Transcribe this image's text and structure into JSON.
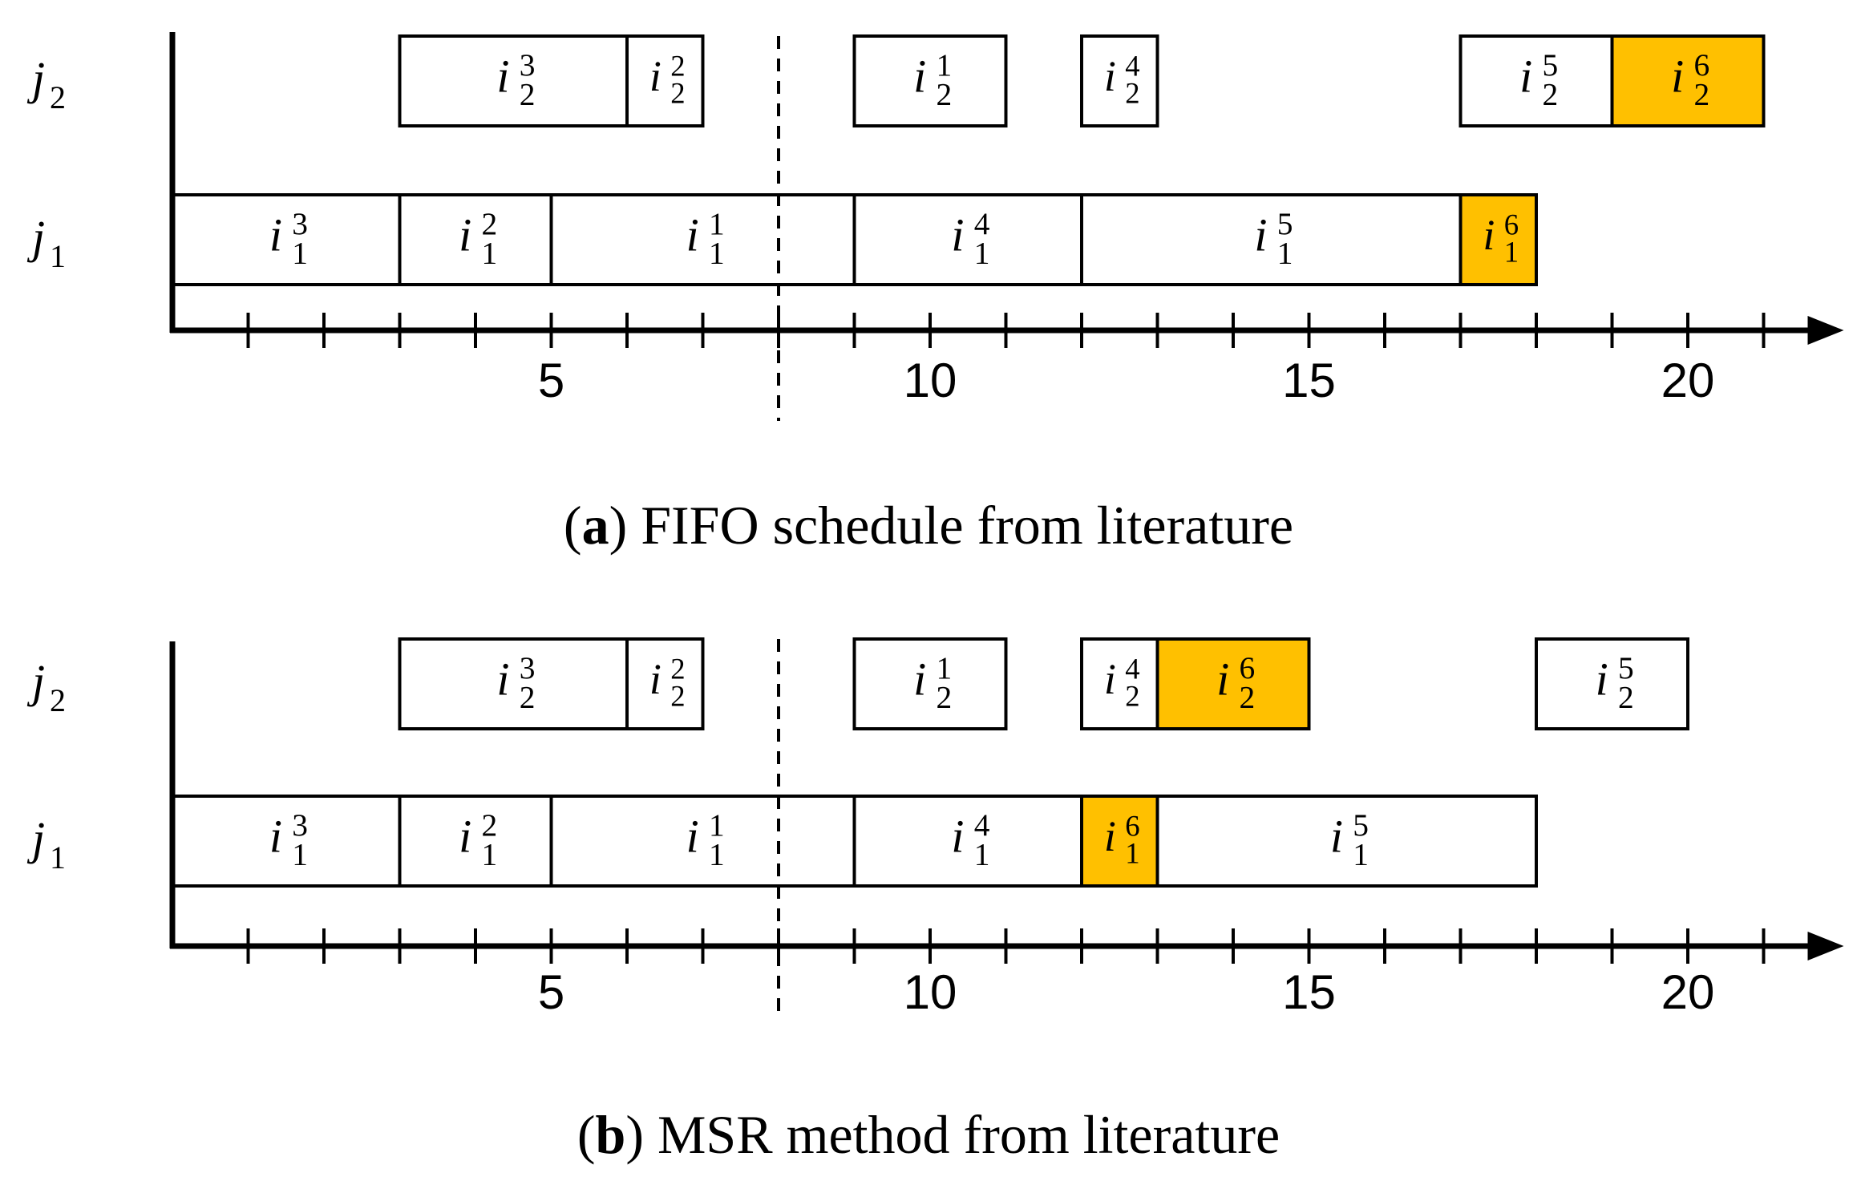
{
  "panels": [
    {
      "id": "a",
      "caption_letter": "a",
      "caption_text": ") FIFO schedule from literature",
      "rows": [
        {
          "letter": "j",
          "sub": "2",
          "tasks": [
            {
              "base": "i",
              "sub": "2",
              "sup": "3",
              "start": 3,
              "end": 6,
              "highlight": false
            },
            {
              "base": "i",
              "sub": "2",
              "sup": "2",
              "start": 6,
              "end": 7,
              "highlight": false
            },
            {
              "base": "i",
              "sub": "2",
              "sup": "1",
              "start": 9,
              "end": 11,
              "highlight": false
            },
            {
              "base": "i",
              "sub": "2",
              "sup": "4",
              "start": 12,
              "end": 13,
              "highlight": false
            },
            {
              "base": "i",
              "sub": "2",
              "sup": "5",
              "start": 17,
              "end": 19,
              "highlight": false
            },
            {
              "base": "i",
              "sub": "2",
              "sup": "6",
              "start": 19,
              "end": 21,
              "highlight": true
            }
          ]
        },
        {
          "letter": "j",
          "sub": "1",
          "tasks": [
            {
              "base": "i",
              "sub": "1",
              "sup": "3",
              "start": 0,
              "end": 3,
              "highlight": false
            },
            {
              "base": "i",
              "sub": "1",
              "sup": "2",
              "start": 3,
              "end": 5,
              "highlight": false
            },
            {
              "base": "i",
              "sub": "1",
              "sup": "1",
              "start": 5,
              "end": 9,
              "highlight": false
            },
            {
              "base": "i",
              "sub": "1",
              "sup": "4",
              "start": 9,
              "end": 12,
              "highlight": false
            },
            {
              "base": "i",
              "sub": "1",
              "sup": "5",
              "start": 12,
              "end": 17,
              "highlight": false
            },
            {
              "base": "i",
              "sub": "1",
              "sup": "6",
              "start": 17,
              "end": 18,
              "highlight": true
            }
          ]
        }
      ]
    },
    {
      "id": "b",
      "caption_letter": "b",
      "caption_text": ") MSR method from literature",
      "rows": [
        {
          "letter": "j",
          "sub": "2",
          "tasks": [
            {
              "base": "i",
              "sub": "2",
              "sup": "3",
              "start": 3,
              "end": 6,
              "highlight": false
            },
            {
              "base": "i",
              "sub": "2",
              "sup": "2",
              "start": 6,
              "end": 7,
              "highlight": false
            },
            {
              "base": "i",
              "sub": "2",
              "sup": "1",
              "start": 9,
              "end": 11,
              "highlight": false
            },
            {
              "base": "i",
              "sub": "2",
              "sup": "4",
              "start": 12,
              "end": 13,
              "highlight": false
            },
            {
              "base": "i",
              "sub": "2",
              "sup": "6",
              "start": 13,
              "end": 15,
              "highlight": true
            },
            {
              "base": "i",
              "sub": "2",
              "sup": "5",
              "start": 18,
              "end": 20,
              "highlight": false
            }
          ]
        },
        {
          "letter": "j",
          "sub": "1",
          "tasks": [
            {
              "base": "i",
              "sub": "1",
              "sup": "3",
              "start": 0,
              "end": 3,
              "highlight": false
            },
            {
              "base": "i",
              "sub": "1",
              "sup": "2",
              "start": 3,
              "end": 5,
              "highlight": false
            },
            {
              "base": "i",
              "sub": "1",
              "sup": "1",
              "start": 5,
              "end": 9,
              "highlight": false
            },
            {
              "base": "i",
              "sub": "1",
              "sup": "4",
              "start": 9,
              "end": 12,
              "highlight": false
            },
            {
              "base": "i",
              "sub": "1",
              "sup": "6",
              "start": 12,
              "end": 13,
              "highlight": true
            },
            {
              "base": "i",
              "sub": "1",
              "sup": "5",
              "start": 13,
              "end": 18,
              "highlight": false
            }
          ]
        }
      ]
    }
  ],
  "axis": {
    "max": 21,
    "tick_labels": [
      {
        "value": 5,
        "label": "5"
      },
      {
        "value": 10,
        "label": "10"
      },
      {
        "value": 15,
        "label": "15"
      },
      {
        "value": 20,
        "label": "20"
      }
    ]
  },
  "dashed_marker_time": 8,
  "colors": {
    "highlight": "#FFC000",
    "stroke": "#000000",
    "box_fill": "#ffffff"
  }
}
